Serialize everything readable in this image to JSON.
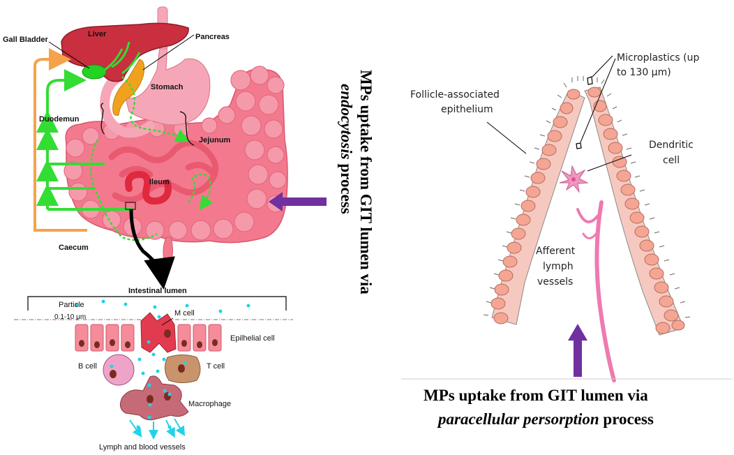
{
  "left_panel": {
    "organs": {
      "liver": "Liver",
      "gall_bladder": "Gall Bladder",
      "pancreas": "Pancreas",
      "stomach": "Stomach",
      "duodenum": "Duodemun",
      "jejunum": "Jejunum",
      "ileum": "Ileum",
      "caecum": "Caecum"
    },
    "inset": {
      "title": "Intestinal lumen",
      "particle": "Particle",
      "particle_size": "0.1-10  μm",
      "m_cell": "M cell",
      "epithelial_cell": "Epilhelial cell",
      "b_cell": "B cell",
      "t_cell": "T cell",
      "macrophage": "Macrophage",
      "vessels": "Lymph and blood vessels"
    }
  },
  "middle_caption": {
    "line1": "MPs uptake from GIT lumen via",
    "line2_italic": "endocytosis",
    "line2_rest": " process"
  },
  "right_panel": {
    "microplastics_line1": "Microplastics (up",
    "microplastics_line2": "to 130 μm)",
    "fae_line1": "Follicle-associated",
    "fae_line2": "epithelium",
    "dendritic_line1": "Dendritic",
    "dendritic_line2": "cell",
    "lymph_line1": "Afferent",
    "lymph_line2": "lymph",
    "lymph_line3": "vessels"
  },
  "bottom_caption": {
    "line1": "MPs uptake from GIT lumen via",
    "line2_italic": "paracellular persorption",
    "line2_rest": " process"
  },
  "colors": {
    "intestine_pink": "#f37a8e",
    "liver_red": "#c92f3e",
    "green_path": "#33dd33",
    "orange_path": "#f5a24a",
    "purple_arrow": "#7030a0",
    "cell_salmon": "#f4a593",
    "lymph_pink": "#ee7ab0",
    "particle_cyan": "#22d3e6"
  }
}
